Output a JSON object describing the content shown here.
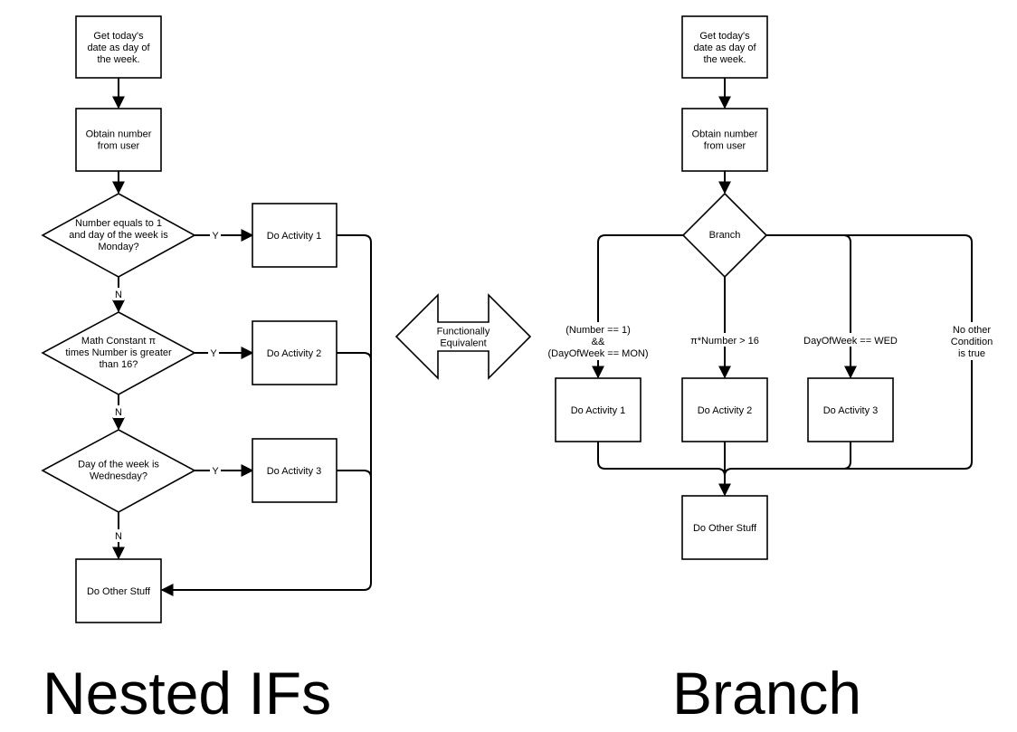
{
  "left": {
    "title": "Nested IFs",
    "nodes": {
      "get_date": [
        "Get today's",
        "date as day of",
        "the week."
      ],
      "obtain_number": [
        "Obtain number",
        "from user"
      ],
      "decision1": [
        "Number equals to 1",
        "and day of the week is",
        "Monday?"
      ],
      "decision2": [
        "Math Constant π",
        "times Number is greater",
        "than 16?"
      ],
      "decision3": [
        "Day of the week is",
        "Wednesday?"
      ],
      "activity1": [
        "Do Activity 1"
      ],
      "activity2": [
        "Do Activity 2"
      ],
      "activity3": [
        "Do Activity 3"
      ],
      "other_stuff": [
        "Do Other Stuff"
      ]
    },
    "labels": {
      "yes": "Y",
      "no": "N"
    }
  },
  "middle": {
    "equivalence": [
      "Functionally",
      "Equivalent"
    ]
  },
  "right": {
    "title": "Branch",
    "nodes": {
      "get_date": [
        "Get today's",
        "date as day of",
        "the week."
      ],
      "obtain_number": [
        "Obtain number",
        "from user"
      ],
      "branch": [
        "Branch"
      ],
      "activity1": [
        "Do Activity 1"
      ],
      "activity2": [
        "Do Activity 2"
      ],
      "activity3": [
        "Do Activity 3"
      ],
      "other_stuff": [
        "Do Other Stuff"
      ]
    },
    "conditions": {
      "c1": [
        "(Number == 1)",
        "&&",
        "(DayOfWeek == MON)"
      ],
      "c2": [
        "π*Number > 16"
      ],
      "c3": [
        "DayOfWeek == WED"
      ],
      "c4": [
        "No other",
        "Condition",
        "is true"
      ]
    }
  }
}
